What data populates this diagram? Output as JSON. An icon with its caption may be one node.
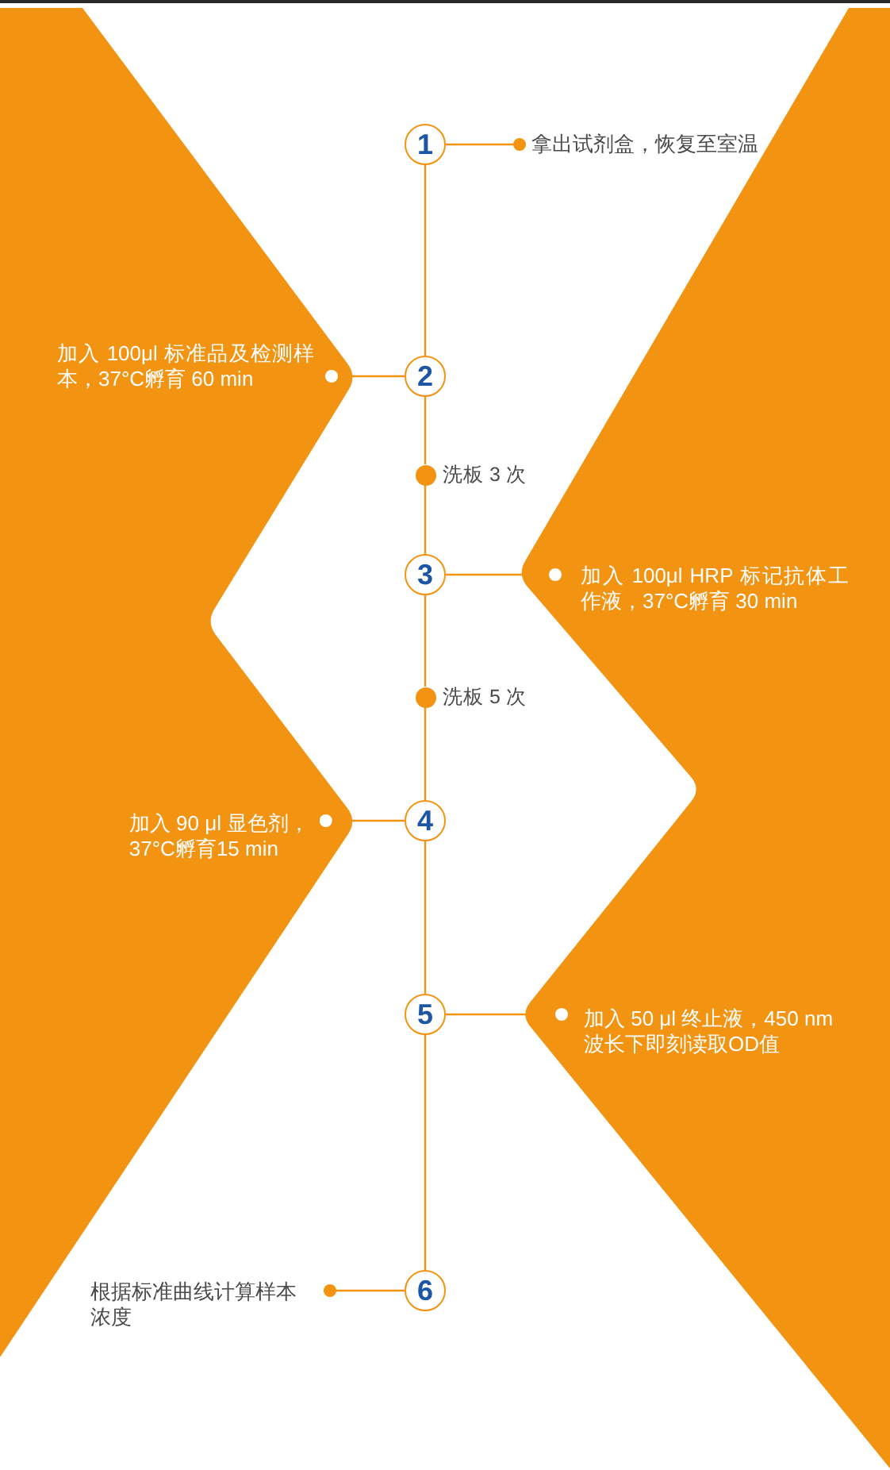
{
  "diagram": {
    "nodes": [
      {
        "text": [
          "1"
        ]
      },
      {
        "text": [
          "拿出试剂盒，恢复至室温"
        ]
      },
      {
        "text": [
          "加入 100μl 标准品及检测样本，37°C孵育 60 min"
        ]
      },
      {
        "text": [
          "2"
        ]
      },
      {
        "text": [
          "洗板 3 次"
        ]
      },
      {
        "text": [
          "3"
        ]
      },
      {
        "text": [
          "加入 100μl HRP 标记抗体工作液，37°C孵育 30 min"
        ]
      },
      {
        "text": [
          "洗板 5 次"
        ]
      },
      {
        "text": [
          "加入 90 μl 显色剂，37°C孵育15 min"
        ]
      },
      {
        "text": [
          "4"
        ]
      },
      {
        "text": [
          "5"
        ]
      },
      {
        "text": [
          "加入 50 μl 终止液，450 nm 波长下即刻读取OD值"
        ]
      },
      {
        "text": [
          "根据标准曲线计算样本浓度"
        ]
      },
      {
        "text": [
          "6"
        ]
      }
    ],
    "edges": [
      {
        "from": 0,
        "to": 1,
        "arrow": "other"
      },
      {
        "from": 0,
        "to": 3,
        "arrow": "none"
      },
      {
        "from": 3,
        "to": 2,
        "arrow": "other"
      },
      {
        "from": 3,
        "to": 4,
        "arrow": "none"
      },
      {
        "from": 4,
        "to": 5,
        "arrow": "none"
      },
      {
        "from": 5,
        "to": 6,
        "arrow": "other"
      },
      {
        "from": 5,
        "to": 7,
        "arrow": "none"
      },
      {
        "from": 7,
        "to": 9,
        "arrow": "none"
      },
      {
        "from": 9,
        "to": 8,
        "arrow": "other"
      },
      {
        "from": 9,
        "to": 10,
        "arrow": "none"
      },
      {
        "from": 10,
        "to": 11,
        "arrow": "other"
      },
      {
        "from": 10,
        "to": 13,
        "arrow": "none"
      },
      {
        "from": 13,
        "to": 12,
        "arrow": "other"
      }
    ]
  }
}
